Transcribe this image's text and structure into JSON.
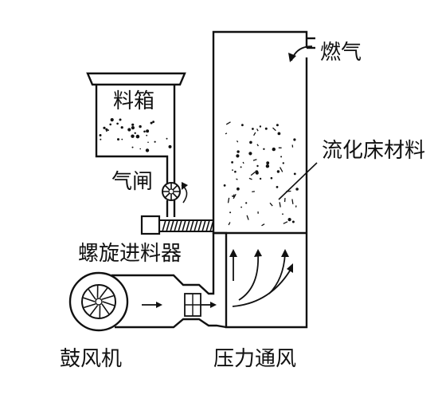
{
  "labels": {
    "flue_gas": "燃气",
    "hopper": "料箱",
    "air_lock": "气闸",
    "fluidized_bed_material": "流化床材料",
    "screw_feeder": "螺旋进料器",
    "blower": "鼓风机",
    "pressurized_air": "压力通风"
  },
  "colors": {
    "line": "#111111",
    "background": "#ffffff"
  }
}
